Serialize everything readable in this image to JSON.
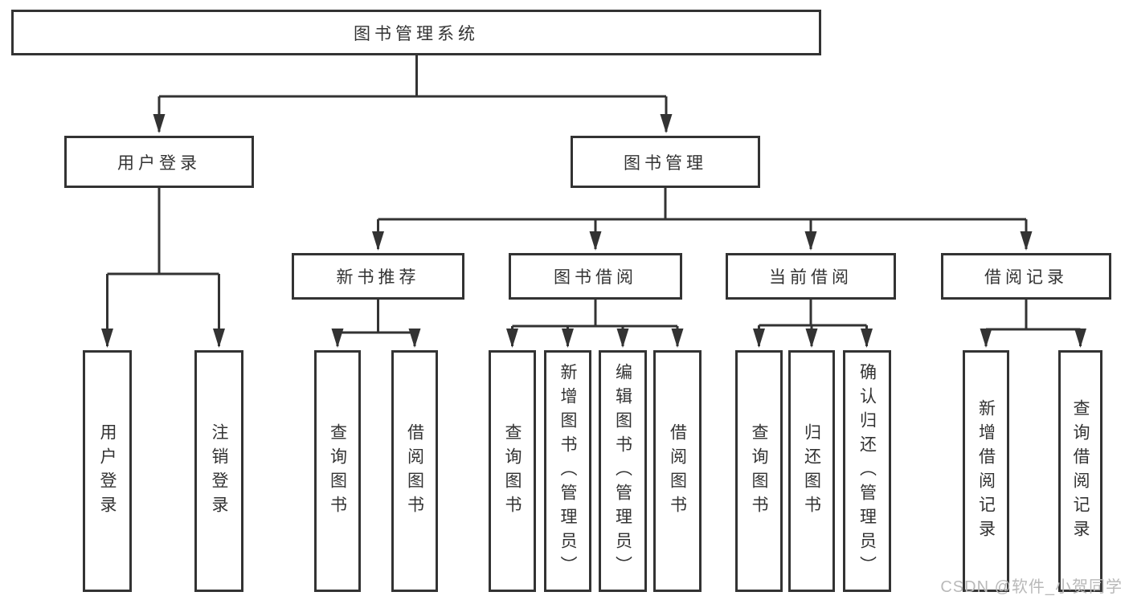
{
  "diagram_title": "图书管理系统",
  "nodes": {
    "root": "图书管理系统",
    "login": "用户登录",
    "management": "图书管理",
    "recommend": "新书推荐",
    "borrow": "图书借阅",
    "current": "当前借阅",
    "records": "借阅记录",
    "login_children": [
      "用户登录",
      "注销登录"
    ],
    "recommend_children": [
      "查询图书",
      "借阅图书"
    ],
    "borrow_children": [
      "查询图书",
      "新增图书（管理员）",
      "编辑图书（管理员）",
      "借阅图书"
    ],
    "current_children": [
      "查询图书",
      "归还图书",
      "确认归还（管理员）"
    ],
    "records_children": [
      "新增借阅记录",
      "查询借阅记录"
    ]
  },
  "hierarchy": {
    "root": "图书管理系统",
    "branches": [
      {
        "label": "用户登录",
        "children": [
          "用户登录",
          "注销登录"
        ]
      },
      {
        "label": "图书管理",
        "children": [
          {
            "label": "新书推荐",
            "children": [
              "查询图书",
              "借阅图书"
            ]
          },
          {
            "label": "图书借阅",
            "children": [
              "查询图书",
              "新增图书（管理员）",
              "编辑图书（管理员）",
              "借阅图书"
            ]
          },
          {
            "label": "当前借阅",
            "children": [
              "查询图书",
              "归还图书",
              "确认归还（管理员）"
            ]
          },
          {
            "label": "借阅记录",
            "children": [
              "新增借阅记录",
              "查询借阅记录"
            ]
          }
        ]
      }
    ]
  },
  "watermark": "CSDN @软件_小贺同学",
  "colors": {
    "line": "#333333",
    "box_border": "#333333",
    "text": "#333333",
    "box_background": "#ffffff",
    "page_background": "#ffffff",
    "watermark": "#b9b9b9"
  }
}
